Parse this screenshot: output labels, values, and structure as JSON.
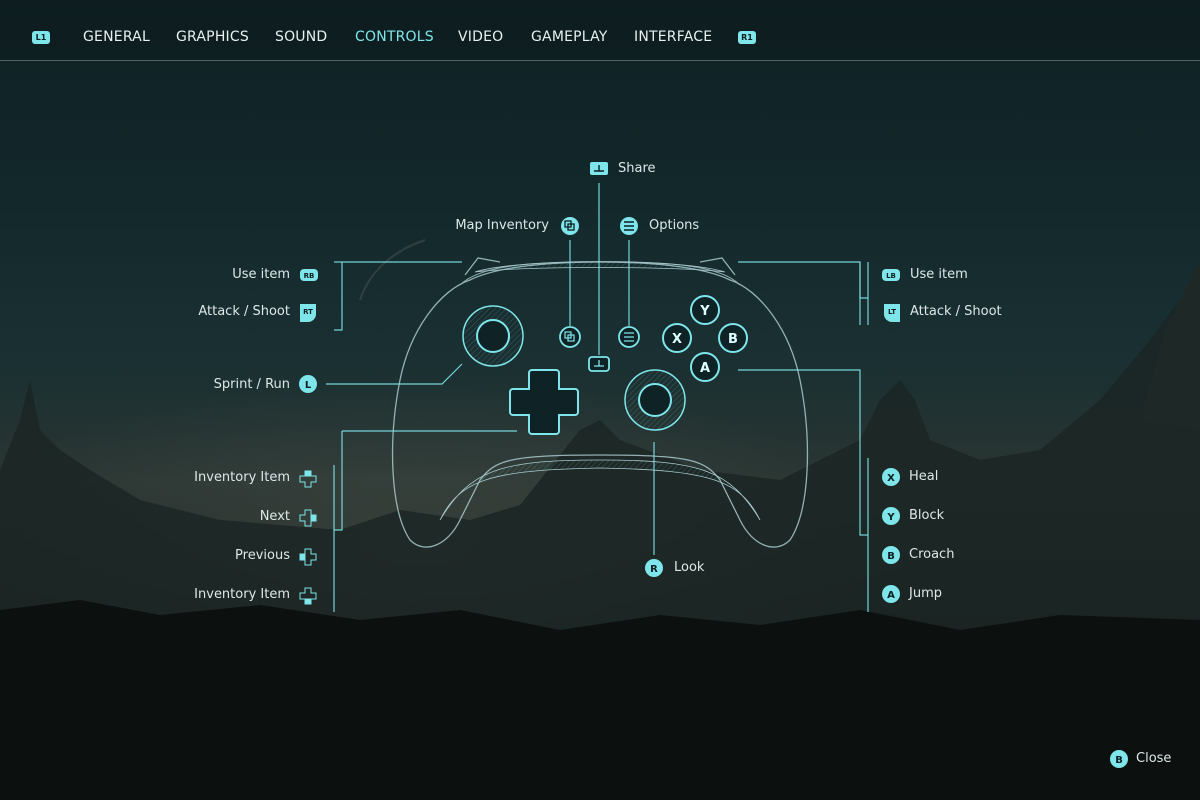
{
  "tabs": {
    "left_bumper": "L1",
    "right_bumper": "R1",
    "items": [
      "GENERAL",
      "GRAPHICS",
      "SOUND",
      "CONTROLS",
      "VIDEO",
      "GAMEPLAY",
      "INTERFACE"
    ],
    "active": "CONTROLS"
  },
  "bindings": {
    "share": "Share",
    "map_inventory": "Map Inventory",
    "options": "Options",
    "use_item_left": "Use item",
    "attack_left": "Attack / Shoot",
    "sprint": "Sprint / Run",
    "inventory_item_1": "Inventory Item",
    "next": "Next",
    "previous": "Previous",
    "inventory_item_2": "Inventory Item",
    "use_item_right": "Use item",
    "attack_right": "Attack / Shoot",
    "heal": "Heal",
    "block": "Block",
    "croach": "Croach",
    "jump": "Jump",
    "look": "Look"
  },
  "glyphs": {
    "rb": "RB",
    "rt": "RT",
    "lb": "LB",
    "lt": "LT",
    "l_stick": "L",
    "r_stick": "R",
    "x": "X",
    "y": "Y",
    "b": "B",
    "a": "A"
  },
  "footer": {
    "close_key": "B",
    "close_label": "Close"
  },
  "colors": {
    "accent": "#7ee6ea",
    "text": "#dce8e8",
    "line": "#7ee6ea"
  }
}
